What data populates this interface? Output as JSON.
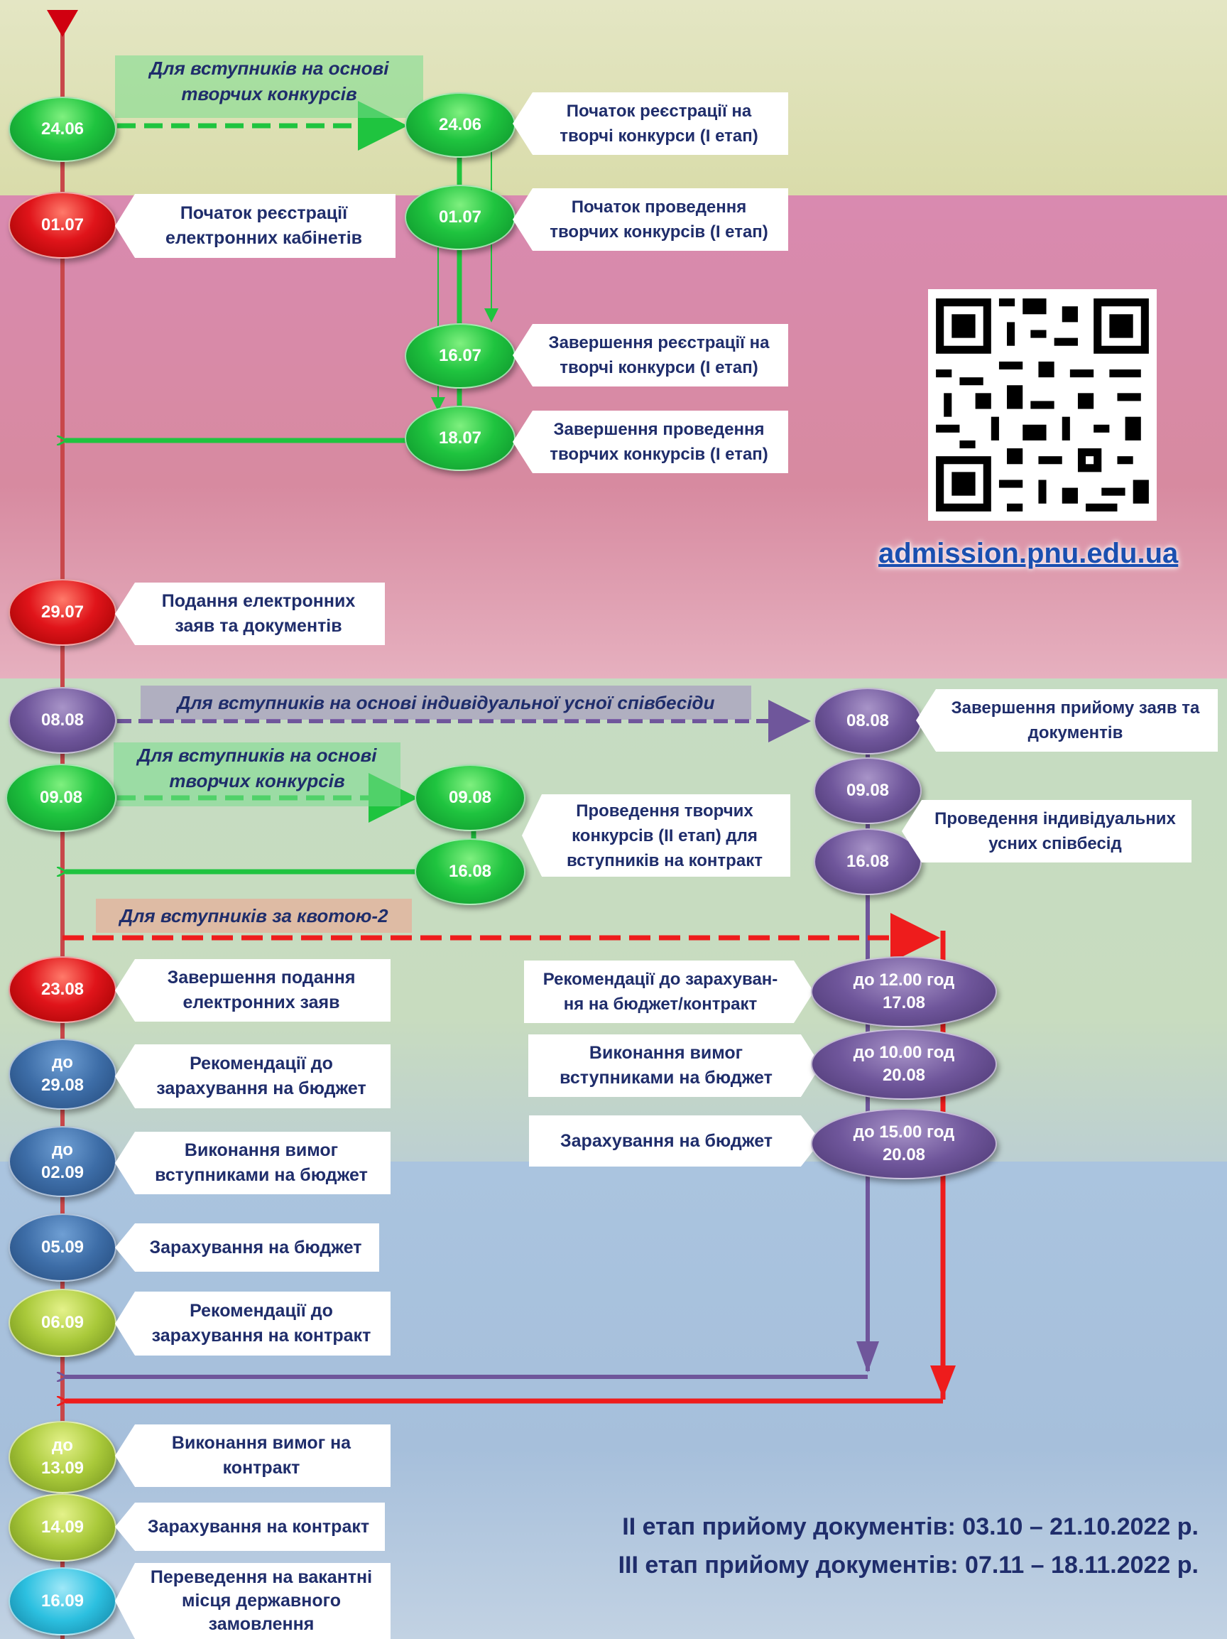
{
  "colors": {
    "green": "#1fc43f",
    "red": "#e0141a",
    "purple": "#6f569b",
    "blue": "#3d6da7",
    "lime": "#a9c93a",
    "cyan": "#2cc0e0",
    "text": "#1f2d6b",
    "band_top": "#dfe3b8",
    "band_pink": "#d88aa8",
    "band_green": "#c4dcc4",
    "band_blue": "#a8c2de"
  },
  "qr": {
    "icon": "qr-code-icon"
  },
  "site_url": "admission.pnu.edu.ua",
  "notes": {
    "creative_1": "Для вступників на основі\nтворчих конкурсів",
    "interview": "Для вступників на основі індивідуальної усної співбесіди",
    "creative_2": "Для вступників на основі\nтворчих конкурсів",
    "quota": "Для вступників за квотою-2"
  },
  "main_timeline": [
    {
      "date": "24.06",
      "color": "green",
      "label": ""
    },
    {
      "date": "01.07",
      "color": "red",
      "label": "Початок реєстрації\nелектронних кабінетів"
    },
    {
      "date": "29.07",
      "color": "red",
      "label": "Подання електронних\nзаяв та документів"
    },
    {
      "date": "08.08",
      "color": "purple",
      "label": ""
    },
    {
      "date": "09.08",
      "color": "green",
      "label": ""
    },
    {
      "date": "23.08",
      "color": "red",
      "label": "Завершення подання\nелектронних заяв"
    },
    {
      "date": "до\n29.08",
      "color": "blue",
      "label": "Рекомендації до\nзарахування на бюджет"
    },
    {
      "date": "до\n02.09",
      "color": "blue",
      "label": "Виконання вимог\nвступниками на бюджет"
    },
    {
      "date": "05.09",
      "color": "blue",
      "label": "Зарахування на бюджет"
    },
    {
      "date": "06.09",
      "color": "lime",
      "label": "Рекомендації до\nзарахування на контракт"
    },
    {
      "date": "до\n13.09",
      "color": "lime",
      "label": "Виконання вимог на\nконтракт"
    },
    {
      "date": "14.09",
      "color": "lime",
      "label": "Зарахування на контракт"
    },
    {
      "date": "16.09",
      "color": "cyan",
      "label": "Переведення на вакантні\nмісця державного\nзамовлення"
    }
  ],
  "creative_stage1": [
    {
      "date": "24.06",
      "label": "Початок реєстрації на\nтворчі конкурси (І етап)"
    },
    {
      "date": "01.07",
      "label": "Початок проведення\nтворчих конкурсів (І етап)"
    },
    {
      "date": "16.07",
      "label": "Завершення реєстрації на\nтворчі конкурси (І етап)"
    },
    {
      "date": "18.07",
      "label": "Завершення проведення\nтворчих конкурсів (І етап)"
    }
  ],
  "creative_stage2": [
    {
      "date": "09.08",
      "label": ""
    },
    {
      "date": "16.08",
      "label": ""
    }
  ],
  "creative_stage2_label": "Проведення творчих\nконкурсів (ІІ етап) для\nвступників на контракт",
  "interview_track": [
    {
      "date": "08.08",
      "label": "Завершення прийому заяв та\nдокументів"
    },
    {
      "date": "09.08",
      "label": ""
    },
    {
      "date": "16.08",
      "label": ""
    }
  ],
  "interview_label": "Проведення індивідуальних\nусних співбесід",
  "quota_track": [
    {
      "date": "до 12.00 год\n17.08",
      "label": "Рекомендації до зарахуван-\nня на бюджет/контракт"
    },
    {
      "date": "до 10.00 год\n20.08",
      "label": "Виконання вимог\nвступниками на бюджет"
    },
    {
      "date": "до 15.00 год\n20.08",
      "label": "Зарахування на бюджет"
    }
  ],
  "bottom": {
    "line1": "ІІ етап прийому документів: 03.10 – 21.10.2022 р.",
    "line2": "ІІІ етап прийому документів: 07.11 – 18.11.2022 р."
  }
}
